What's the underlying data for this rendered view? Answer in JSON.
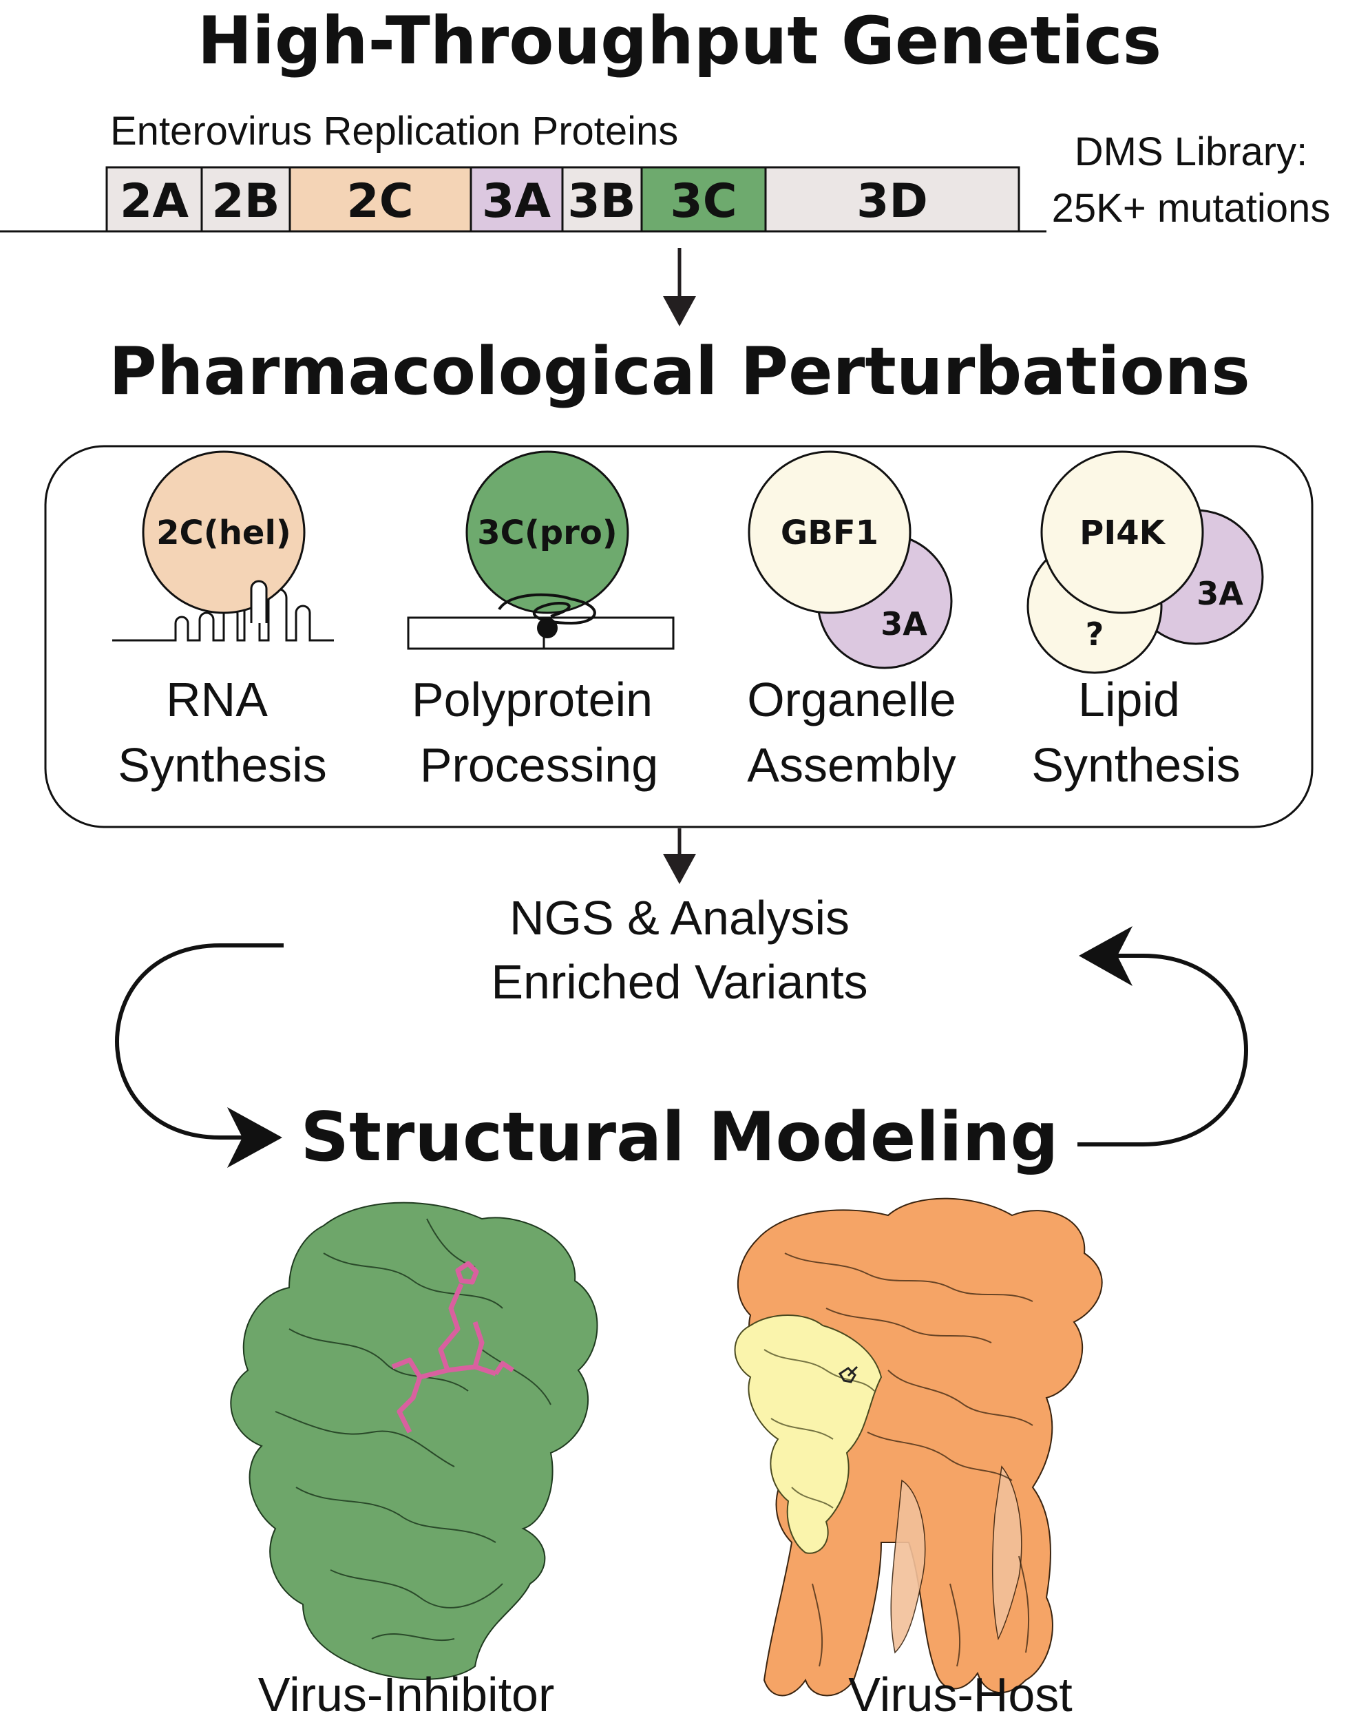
{
  "titles": {
    "genetics": "High-Throughput Genetics",
    "pharmacology": "Pharmacological Perturbations",
    "modeling": "Structural Modeling"
  },
  "genome": {
    "label": "Enterovirus Replication Proteins",
    "segments": [
      {
        "name": "2A",
        "color": "#ebe6e5"
      },
      {
        "name": "2B",
        "color": "#ebe6e5"
      },
      {
        "name": "2C",
        "color": "#f4d4b6"
      },
      {
        "name": "3A",
        "color": "#dcc8e0"
      },
      {
        "name": "3B",
        "color": "#ebe6e5"
      },
      {
        "name": "3C",
        "color": "#6eaa6e"
      },
      {
        "name": "3D",
        "color": "#ebe6e5"
      }
    ],
    "library": {
      "line1": "DMS Library:",
      "line2": "25K+ mutations"
    }
  },
  "perturbations": [
    {
      "target": "2C(hel)",
      "line1": "RNA",
      "line2": "Synthesis"
    },
    {
      "target": "3C(pro)",
      "line1": "Polyprotein",
      "line2": "Processing"
    },
    {
      "target": "GBF1",
      "partner": "3A",
      "line1": "Organelle",
      "line2": "Assembly"
    },
    {
      "target": "PI4K",
      "partner": "3A",
      "unknown": "?",
      "line1": "Lipid",
      "line2": "Synthesis"
    }
  ],
  "analysis": {
    "line1": "NGS & Analysis",
    "line2": "Enriched Variants"
  },
  "structures": {
    "left_label": "Virus-Inhibitor",
    "right_label": "Virus-Host"
  },
  "colors": {
    "helicase": "#f4d4b6",
    "protease": "#6eaa6e",
    "host_factor": "#fcf8e6",
    "viral_3a": "#dcc8e0",
    "inhibitor_surface": "#6ea66a",
    "ligand": "#d9609f",
    "host_complex": "#f5a466",
    "host_partner": "#faf4ac"
  }
}
